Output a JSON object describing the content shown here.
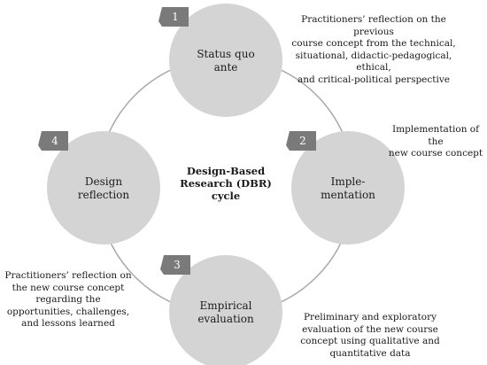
{
  "center_title": "Design-Based\nResearch (DBR)\ncycle",
  "nodes": [
    {
      "number": "1",
      "label": "Status quo\nante",
      "note": "Practitioners’ reflection on the previous\ncourse concept from the technical,\nsituational, didactic-pedagogical, ethical,\nand critical-political perspective"
    },
    {
      "number": "2",
      "label": "Imple-\nmentation",
      "note": "Implementation of the\nnew course concept"
    },
    {
      "number": "3",
      "label": "Empirical\nevaluation",
      "note": "Practitioners’ reflection on\nthe new course concept\nregarding the\nopportunities, challenges,\nand lessons learned"
    },
    {
      "number": "4",
      "label": "Design\nreflection",
      "note": "Preliminary and exploratory\nevaluation of the new course\nconcept using qualitative and\nquantitative data"
    }
  ],
  "colors": {
    "node_fill": "#d4d4d4",
    "badge_fill": "#7a7a7a",
    "ring_stroke": "#a8a8a8"
  }
}
